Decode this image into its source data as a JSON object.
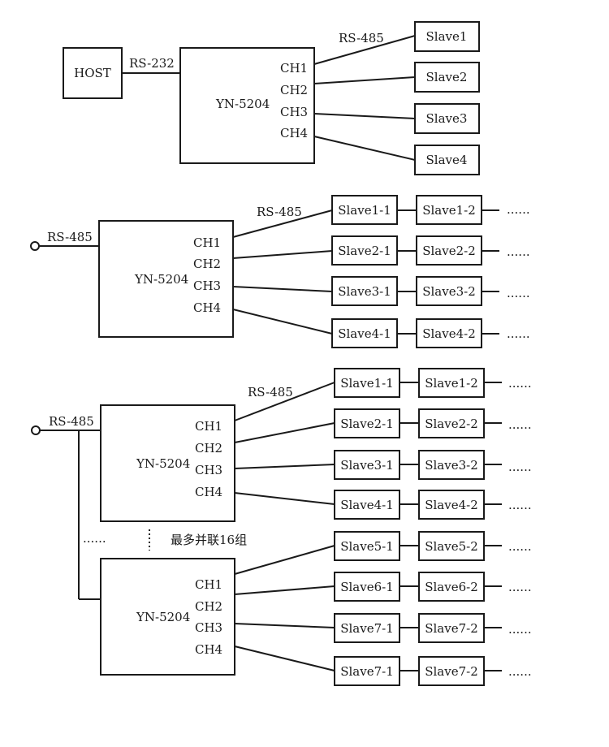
{
  "diagram1": {
    "host_label": "HOST",
    "rs232_label": "RS-232",
    "rs485_label": "RS-485",
    "device_label": "YN-5204",
    "channels": [
      "CH1",
      "CH2",
      "CH3",
      "CH4"
    ],
    "slaves": [
      "Slave1",
      "Slave2",
      "Slave3",
      "Slave4"
    ]
  },
  "diagram2": {
    "input_label": "RS-485",
    "rs485_label": "RS-485",
    "device_label": "YN-5204",
    "channels": [
      "CH1",
      "CH2",
      "CH3",
      "CH4"
    ],
    "slaves_col1": [
      "Slave1-1",
      "Slave2-1",
      "Slave3-1",
      "Slave4-1"
    ],
    "slaves_col2": [
      "Slave1-2",
      "Slave2-2",
      "Slave3-2",
      "Slave4-2"
    ],
    "ellipsis": "......"
  },
  "diagram3": {
    "input_label": "RS-485",
    "rs485_label": "RS-485",
    "device_top_label": "YN-5204",
    "device_bottom_label": "YN-5204",
    "channels": [
      "CH1",
      "CH2",
      "CH3",
      "CH4"
    ],
    "slaves_top_col1": [
      "Slave1-1",
      "Slave2-1",
      "Slave3-1",
      "Slave4-1"
    ],
    "slaves_top_col2": [
      "Slave1-2",
      "Slave2-2",
      "Slave3-2",
      "Slave4-2"
    ],
    "slaves_bottom_col1": [
      "Slave5-1",
      "Slave6-1",
      "Slave7-1",
      "Slave7-1"
    ],
    "slaves_bottom_col2": [
      "Slave5-2",
      "Slave6-2",
      "Slave7-2",
      "Slave7-2"
    ],
    "ellipsis": "......",
    "left_ellipsis": "......",
    "max_parallel_note": "最多并联16组"
  }
}
